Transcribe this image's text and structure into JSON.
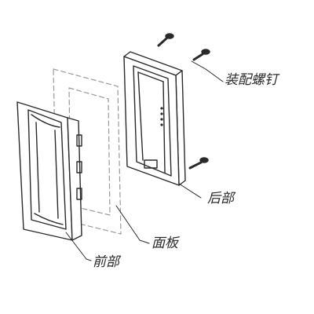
{
  "labels": {
    "screws": "装配螺钉",
    "rear": "后部",
    "panel": "面板",
    "front": "前部"
  },
  "colors": {
    "line": "#2a2a2a",
    "dashed": "#9a9a9a",
    "background": "#ffffff"
  }
}
